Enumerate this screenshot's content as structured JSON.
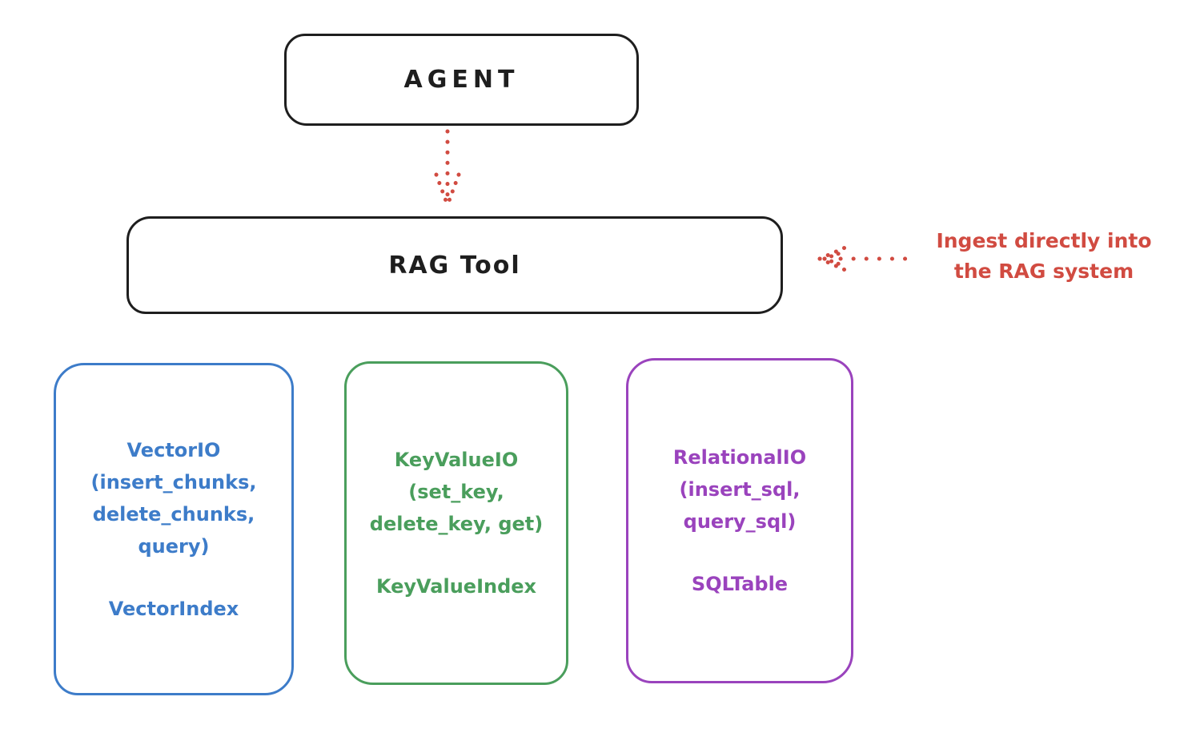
{
  "canvas": {
    "background": "#ffffff"
  },
  "nodes": {
    "agent": {
      "label": "AGENT"
    },
    "rag_tool": {
      "label": "RAG Tool"
    }
  },
  "annotation": {
    "line1": "Ingest directly into",
    "line2": "the RAG system"
  },
  "backends": [
    {
      "name": "vector-io",
      "color": "#3d7cc9",
      "lines": [
        "VectorIO",
        "(insert_chunks,",
        "delete_chunks,",
        "query)"
      ],
      "index_label": "VectorIndex"
    },
    {
      "name": "keyvalue-io",
      "color": "#4a9e5c",
      "lines": [
        "KeyValueIO",
        "(set_key,",
        "delete_key, get)"
      ],
      "index_label": "KeyValueIndex"
    },
    {
      "name": "relational-io",
      "color": "#9a43bd",
      "lines": [
        "RelationalIO",
        "(insert_sql,",
        "query_sql)"
      ],
      "index_label": "SQLTable"
    }
  ],
  "arrows": {
    "agent_to_ragtool": {
      "style": "dotted",
      "color": "#d14b41",
      "direction": "down"
    },
    "annotation_to_ragtool": {
      "style": "dotted",
      "color": "#d14b41",
      "direction": "left"
    }
  },
  "colors": {
    "ink": "#1e1e1e",
    "red": "#d14b41",
    "blue": "#3d7cc9",
    "green": "#4a9e5c",
    "purple": "#9a43bd"
  }
}
